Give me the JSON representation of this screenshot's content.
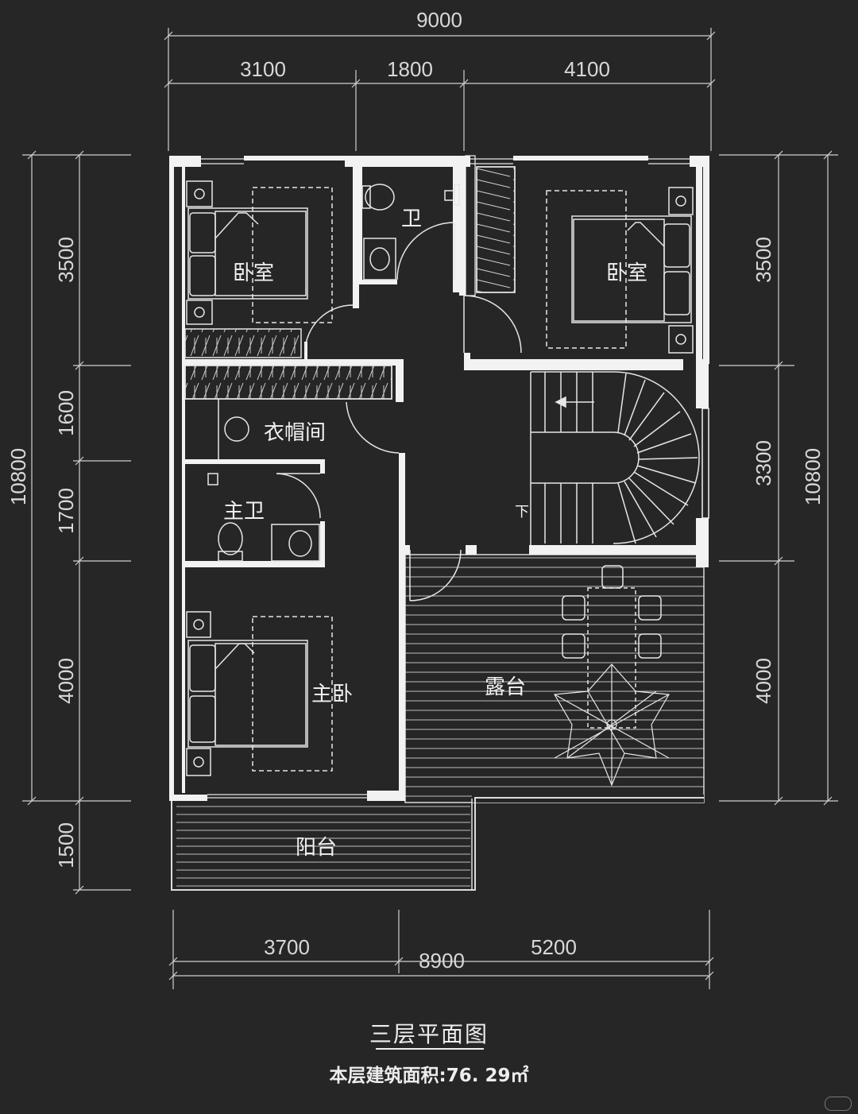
{
  "dimensions": {
    "top_total": "9000",
    "top_segments": [
      "3100",
      "1800",
      "4100"
    ],
    "left_total": "10800",
    "left_segments": [
      "3500",
      "1600",
      "1700",
      "4000",
      "1500"
    ],
    "right_total": "10800",
    "right_segments": [
      "3500",
      "3300",
      "4000"
    ],
    "bottom_total": "8900",
    "bottom_segments": [
      "3700",
      "5200"
    ]
  },
  "rooms": {
    "bedroom_left": "卧室",
    "bathroom": "卫",
    "bedroom_right": "卧室",
    "cloakroom": "衣帽间",
    "master_bath": "主卫",
    "master_bedroom": "主卧",
    "terrace": "露台",
    "balcony": "阳台",
    "stair_down": "下"
  },
  "caption": {
    "title": "三层平面图",
    "area_label": "本层建筑面积:76. 29㎡"
  },
  "colors": {
    "background": "#262626",
    "lines": "#e6e6e6"
  }
}
